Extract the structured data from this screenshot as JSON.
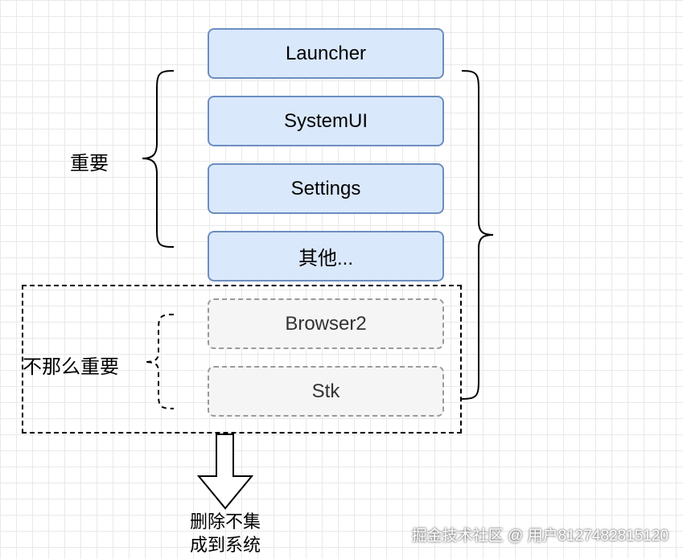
{
  "boxes": {
    "launcher": "Launcher",
    "systemui": "SystemUI",
    "settings": "Settings",
    "others": "其他...",
    "browser2": "Browser2",
    "stk": "Stk"
  },
  "labels": {
    "important": "重要",
    "less_important": "不那么重要"
  },
  "result": {
    "line1": "删除不集",
    "line2": "成到系统"
  },
  "watermark": "掘金技术社区 @ 用户8127482815120",
  "colors": {
    "main_fill": "#dae8fc",
    "main_stroke": "#6c8ebf",
    "minor_fill": "#f5f5f5",
    "minor_stroke": "#9a9a9a"
  }
}
